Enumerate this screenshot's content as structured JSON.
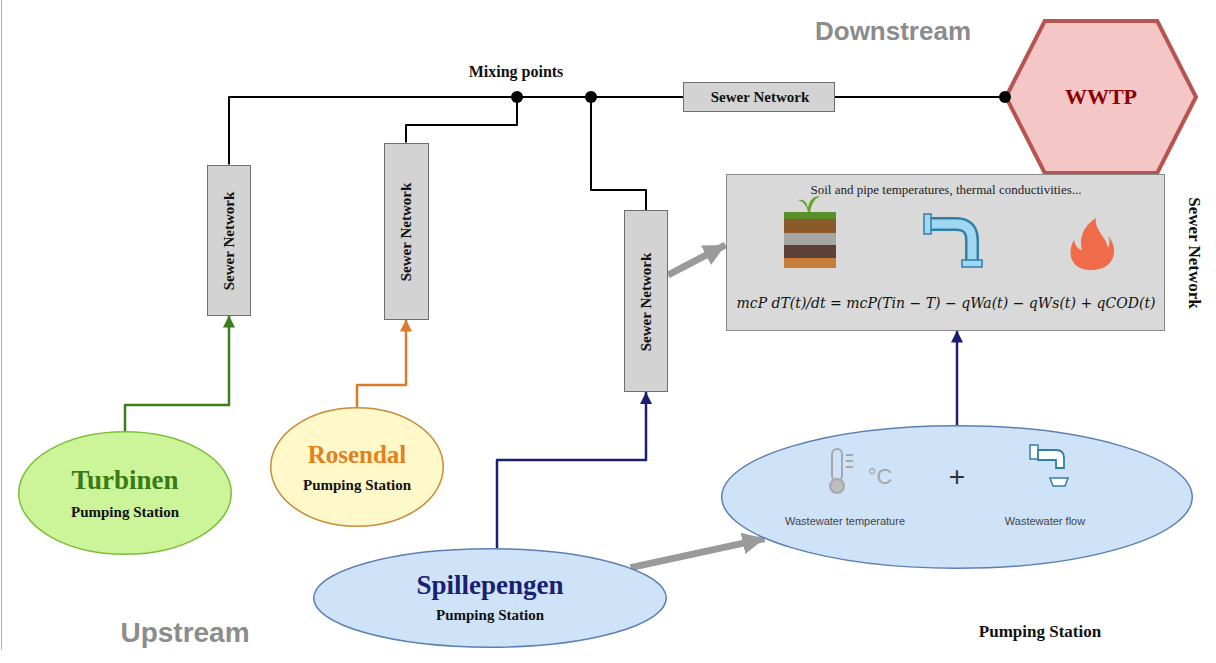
{
  "diagram": {
    "nodes": [
      {
        "text": [
          "Turbinen",
          "Pumping Station"
        ]
      },
      {
        "text": [
          "Rosendal",
          "Pumping Station"
        ]
      },
      {
        "text": [
          "Spillepengen",
          "Pumping Station"
        ]
      },
      {
        "text": [
          "Sewer Network"
        ]
      },
      {
        "text": [
          "Sewer Network"
        ]
      },
      {
        "text": [
          "Sewer Network"
        ]
      },
      {
        "text": [
          "Sewer Network"
        ]
      },
      {
        "text": [
          "WWTP"
        ]
      },
      {
        "text": [
          "Soil and pipe temperatures, thermal conductivities...",
          "mcP dT(t)/dt = mcP(Tin − T) − qWa(t) − qWs(t) + qCOD(t)",
          "Sewer Network"
        ]
      },
      {
        "text": [
          "°C",
          "+",
          "Wastewater temperature",
          "Wastewater flow",
          "Pumping Station"
        ]
      }
    ],
    "edges": [
      {
        "from": 0,
        "to": 3,
        "arrow": "to"
      },
      {
        "from": 1,
        "to": 4,
        "arrow": "to"
      },
      {
        "from": 2,
        "to": 5,
        "arrow": "to"
      },
      {
        "from": 3,
        "to": 6,
        "arrow": "none"
      },
      {
        "from": 4,
        "to": 6,
        "arrow": "none"
      },
      {
        "from": 5,
        "to": 6,
        "arrow": "none"
      },
      {
        "from": 6,
        "to": 7,
        "arrow": "none"
      },
      {
        "from": 5,
        "to": 8,
        "arrow": "to"
      },
      {
        "from": 2,
        "to": 9,
        "arrow": "to"
      },
      {
        "from": 9,
        "to": 8,
        "arrow": "to"
      }
    ],
    "labels": [
      "Mixing points",
      "Downstream",
      "Upstream"
    ]
  }
}
